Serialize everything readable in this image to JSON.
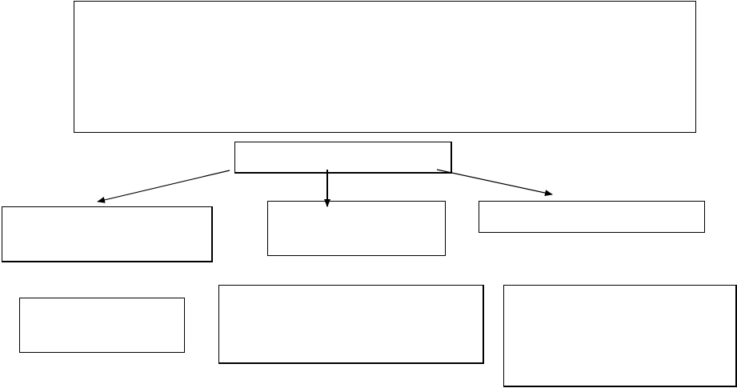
{
  "diagram": {
    "line_color": "#000000",
    "background": "#ffffff",
    "boxes": {
      "top_banner": {
        "text": ""
      },
      "center_node": {
        "text": ""
      },
      "left_child": {
        "text": ""
      },
      "middle_child": {
        "text": ""
      },
      "right_child": {
        "text": ""
      },
      "bottom_left": {
        "text": ""
      },
      "bottom_center": {
        "text": ""
      },
      "bottom_right": {
        "text": ""
      }
    },
    "connections": [
      {
        "from": "center_node",
        "to": "left_child"
      },
      {
        "from": "center_node",
        "to": "middle_child"
      },
      {
        "from": "center_node",
        "to": "right_child"
      }
    ]
  }
}
